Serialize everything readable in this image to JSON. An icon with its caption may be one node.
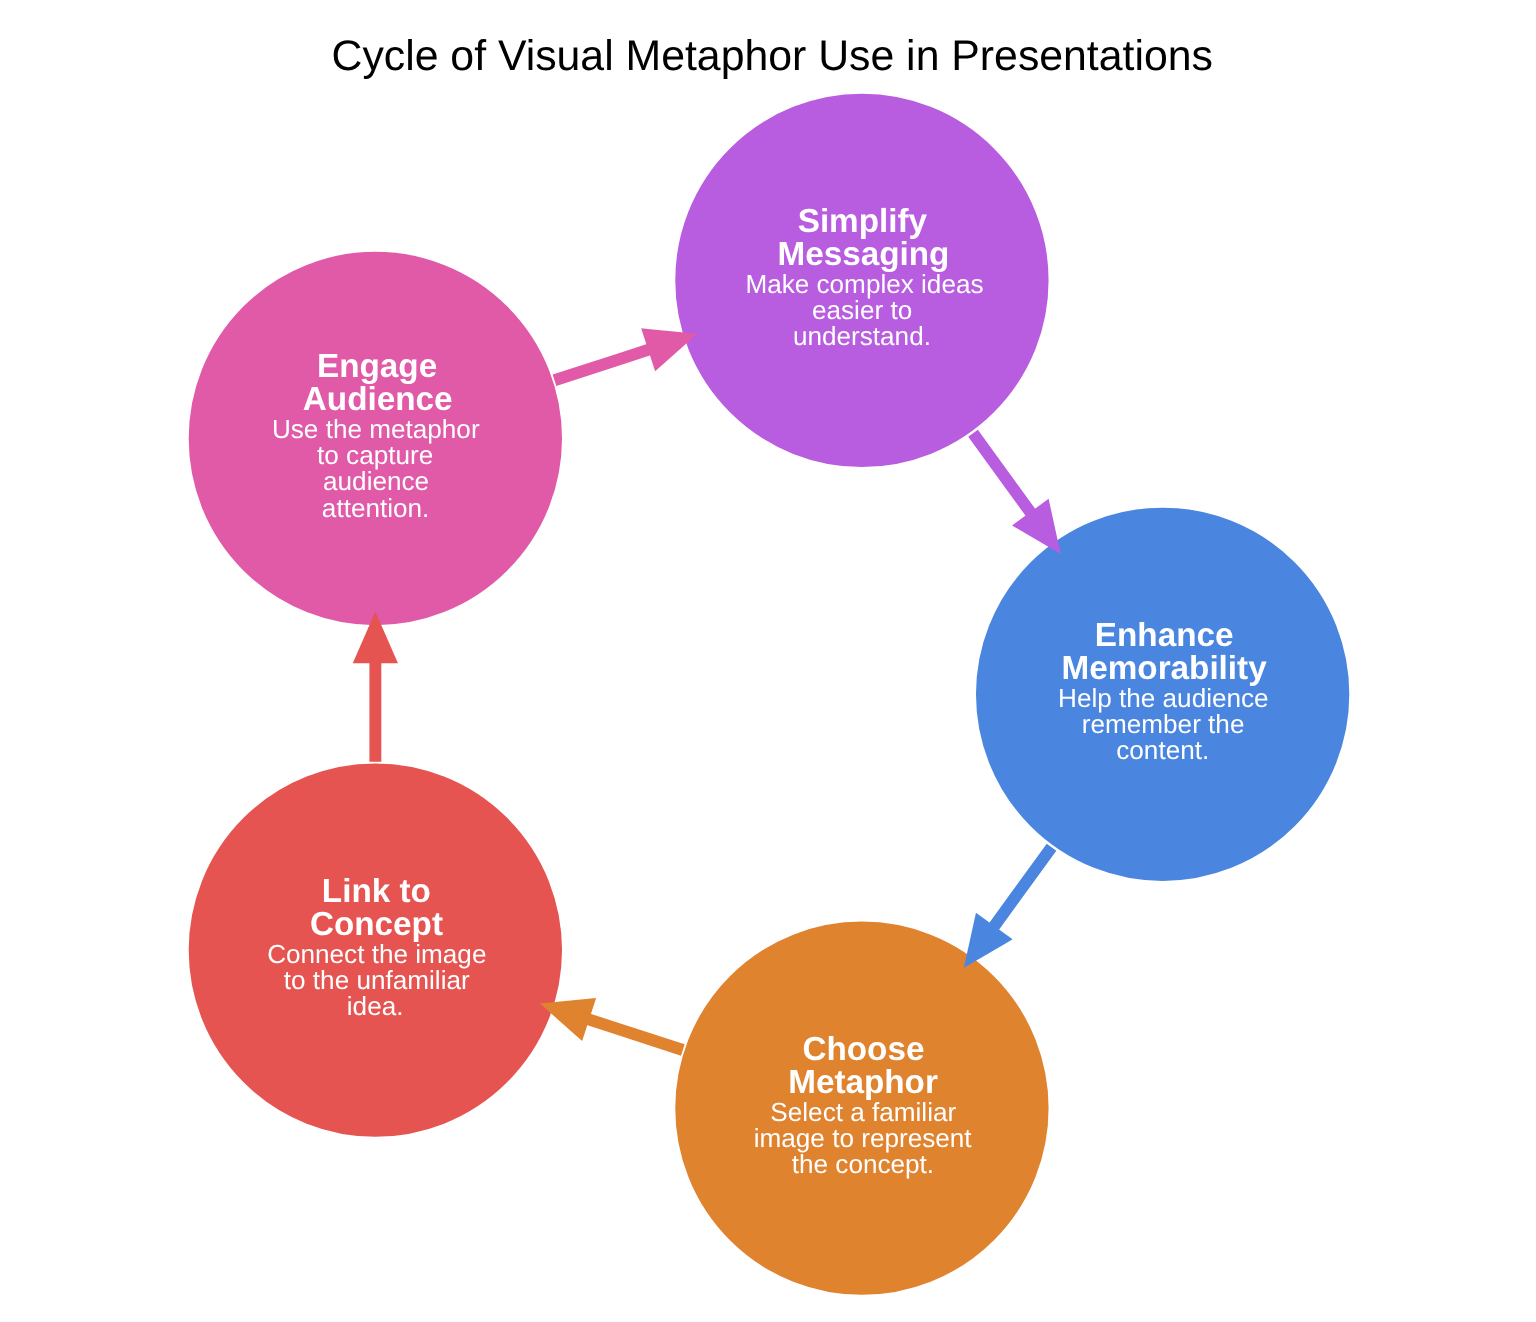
{
  "diagram": {
    "title": "Cycle of Visual Metaphor Use in Presentations",
    "nodes": [
      {
        "text": [
          "Choose Metaphor",
          "Select a familiar image to represent the concept."
        ]
      },
      {
        "text": [
          "Link to Concept",
          "Connect the image to the unfamiliar idea."
        ]
      },
      {
        "text": [
          "Engage Audience",
          "Use the metaphor to capture audience attention."
        ]
      },
      {
        "text": [
          "Simplify Messaging",
          "Make complex ideas easier to understand."
        ]
      },
      {
        "text": [
          "Enhance Memorability",
          "Help the audience remember the content."
        ]
      }
    ],
    "edges": [
      {
        "from": 0,
        "to": 1,
        "arrow": "to",
        "color": "#e0832f"
      },
      {
        "from": 1,
        "to": 2,
        "arrow": "to",
        "color": "#e55451"
      },
      {
        "from": 2,
        "to": 3,
        "arrow": "to",
        "color": "#e05aa8"
      },
      {
        "from": 3,
        "to": 4,
        "arrow": "to",
        "color": "#b85ce0"
      },
      {
        "from": 4,
        "to": 0,
        "arrow": "to",
        "color": "#4a86e0"
      }
    ]
  }
}
